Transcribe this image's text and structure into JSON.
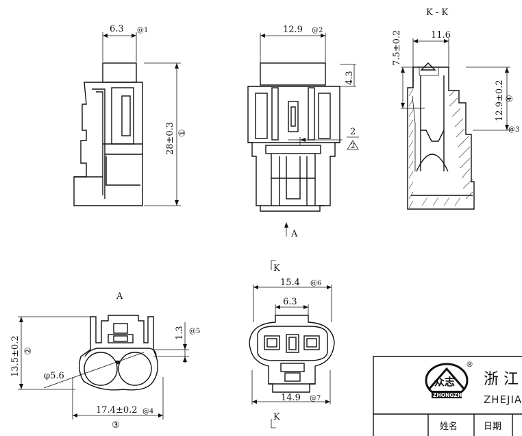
{
  "views": {
    "section_title": "K - K",
    "view_a_arrow": "A",
    "view_a_title": "A",
    "section_mark_top": "K",
    "section_mark_bottom": "K"
  },
  "dims": {
    "side_width": "6.3",
    "side_width_ref": "@1",
    "side_height": "28±0.3",
    "side_height_ref": "①",
    "front_width": "12.9",
    "front_width_ref": "@2",
    "front_top": "4.3",
    "front_gap": "2",
    "front_gap_ref": "2",
    "sect_depth": "7.5±0.2",
    "sect_width": "11.6",
    "sect_height": "12.9±0.2",
    "sect_height_ref": "④",
    "sect_mark": "@3",
    "a_height": "13.5±0.2",
    "a_height_ref": "②",
    "a_dia": "φ5.6",
    "a_rib": "1.3",
    "a_rib_ref": "@5",
    "a_width": "17.4±0.2",
    "a_width_ref": "@4",
    "a_width_ref2": "③",
    "top_width": "15.4",
    "top_width_ref": "@6",
    "top_inner": "6.3",
    "top_base": "14.9",
    "top_base_ref": "@7"
  },
  "title_block": {
    "registered": "®",
    "logo_cn": "众志",
    "logo_en": "ZHONGZHI",
    "company_cn": "浙 江",
    "company_en": "ZHEJIAN",
    "col_name": "姓名",
    "col_date": "日期"
  }
}
